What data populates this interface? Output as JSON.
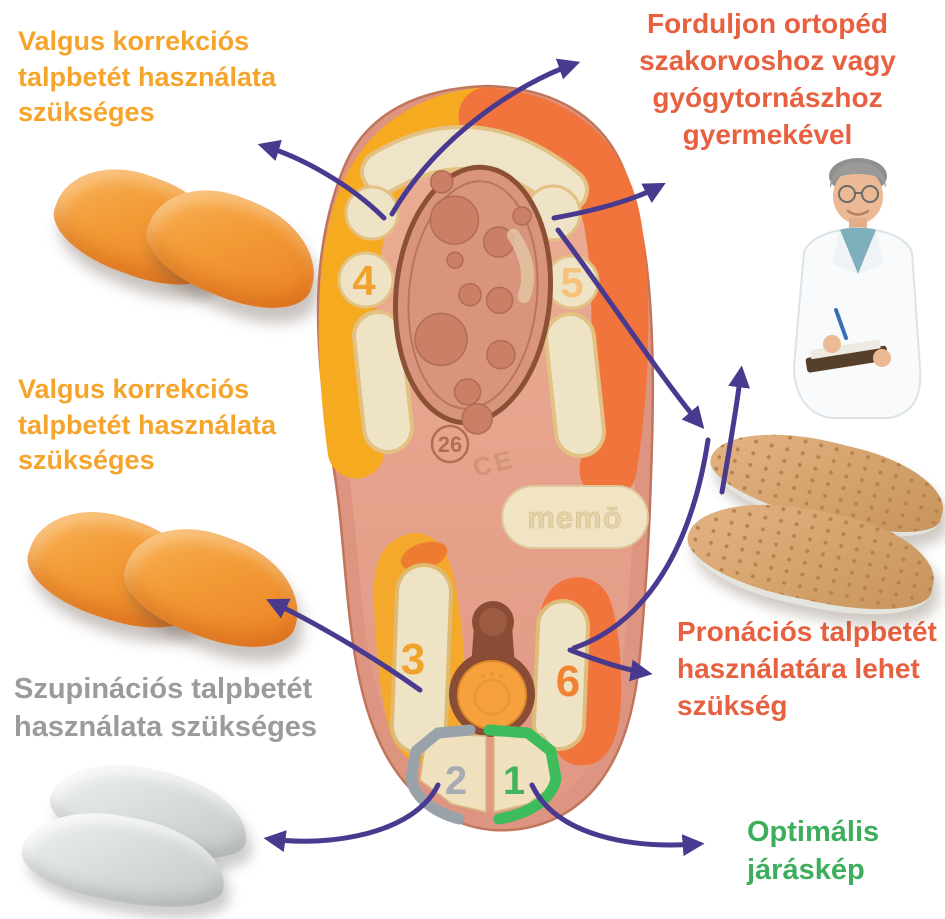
{
  "annotations": {
    "valgus_top": {
      "text": "Valgus korrekciós\ntalpbetét használata\nszükséges",
      "color": "#F5A42C"
    },
    "valgus_mid": {
      "text": "Valgus korrekciós\ntalpbetét használata\nszükséges",
      "color": "#F5A42C"
    },
    "szupinacios": {
      "text": "Szupinációs talpbetét\nhasználata szükséges",
      "color": "#9B9B9D"
    },
    "forduljon": {
      "text": "Forduljon ortopéd\nszakorvoshoz vagy\ngyógytornászhoz\ngyermekével",
      "color": "#E7603F"
    },
    "pronacios": {
      "text": "Pronációs talpbetét\nhasználatára lehet\nszükség",
      "color": "#E7603F"
    },
    "optimalis": {
      "text": "Optimális\njáráskép",
      "color": "#3FAE5C"
    }
  },
  "sole": {
    "zone1": "1",
    "zone2": "2",
    "zone3": "3",
    "zone4": "4",
    "zone5": "5",
    "zone6": "6",
    "size_stamp": "26",
    "ce_mark": "CE",
    "brand": "memō"
  },
  "figures": {
    "doctor_photo": "doctor-with-clipboard",
    "orange_insoles_top": "valgus-correction-insoles",
    "orange_insoles_mid": "valgus-correction-insoles",
    "gray_insoles": "supination-insoles",
    "leather_insoles": "pronation-leather-insoles"
  },
  "colors": {
    "arrow": "#4A3A8F",
    "sole_base": "#E7A78F",
    "sole_rim": "#DD9480",
    "yellow_zone": "#F6AA20",
    "orange_zone": "#F0743B",
    "cream_pad": "#EFE3C6",
    "green_zone": "#3EBB5B",
    "gray_zone": "#99A1A9",
    "toe_pad": "#D8947C"
  }
}
